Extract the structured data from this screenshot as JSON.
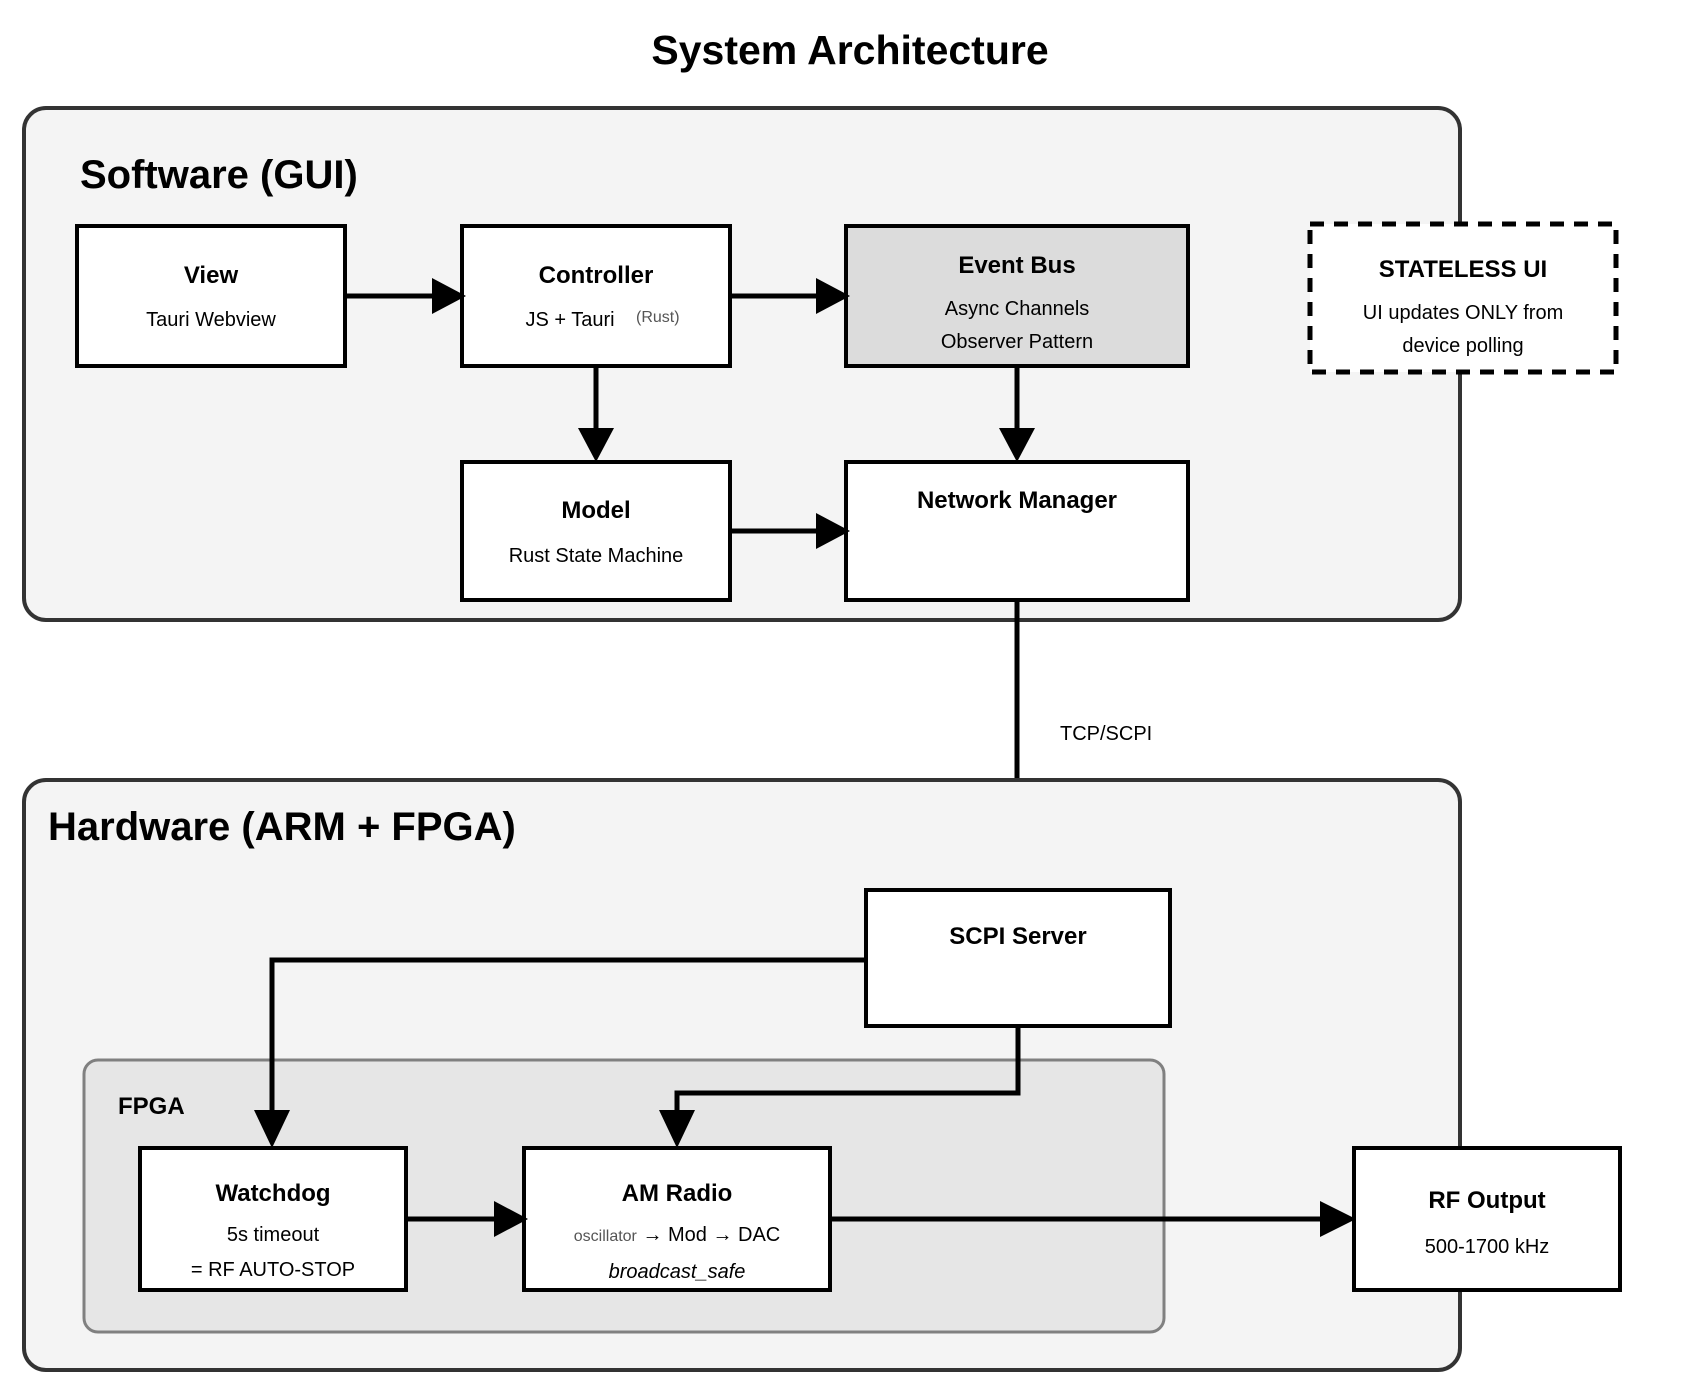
{
  "title": "System Architecture",
  "groups": {
    "software": {
      "label": "Software (GUI)"
    },
    "hardware": {
      "label": "Hardware (ARM + FPGA)",
      "subgroup_label": "FPGA"
    }
  },
  "nodes": {
    "view": {
      "title": "View",
      "sub1": "Tauri Webview"
    },
    "controller": {
      "title": "Controller",
      "sub1": "JS + Tauri",
      "sub1_small": "(Rust)"
    },
    "event_bus": {
      "title": "Event Bus",
      "sub1": "Async Channels",
      "sub2": "Observer Pattern"
    },
    "stateless_ui": {
      "title": "STATELESS UI",
      "sub1": "UI updates ONLY from",
      "sub2": "device polling"
    },
    "model": {
      "title": "Model",
      "sub1": "Rust State Machine"
    },
    "network_manager": {
      "title": "Network Manager"
    },
    "scpi_server": {
      "title": "SCPI Server"
    },
    "watchdog": {
      "title": "Watchdog",
      "sub1": "5s timeout",
      "sub2": "= RF AUTO-STOP"
    },
    "am_radio": {
      "title": "AM Radio",
      "sub1_small": "oscillator",
      "sub1_rest": " → Mod → DAC",
      "sub2_italic": "broadcast_safe"
    },
    "rf_output": {
      "title": "RF Output",
      "sub1": "500-1700 kHz"
    }
  },
  "edges": {
    "tcp_scpi_label": "TCP/SCPI"
  },
  "colors": {
    "group_fill": "#f4f4f4",
    "group_stroke": "#333333",
    "subgroup_fill": "#e6e6e6",
    "subgroup_stroke": "#808080",
    "node_fill": "#ffffff",
    "node_shaded_fill": "#dcdcdc",
    "stroke": "#000000",
    "muted_text": "#555555"
  }
}
